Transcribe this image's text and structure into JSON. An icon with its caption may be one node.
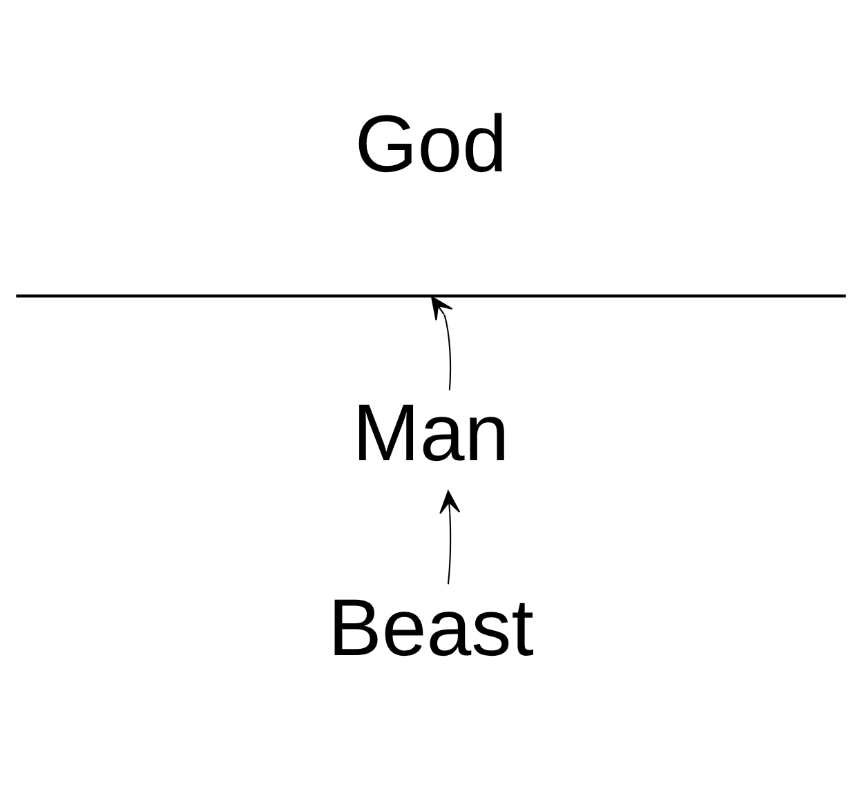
{
  "diagram": {
    "nodes": [
      {
        "text": [
          "God"
        ]
      },
      {
        "text": [],
        "shape": "line"
      },
      {
        "text": [
          "Man"
        ]
      },
      {
        "text": [
          "Beast"
        ]
      }
    ],
    "edges": [
      {
        "from": 2,
        "to": 1,
        "arrow": "to"
      },
      {
        "from": 3,
        "to": 2,
        "arrow": "to"
      }
    ]
  }
}
